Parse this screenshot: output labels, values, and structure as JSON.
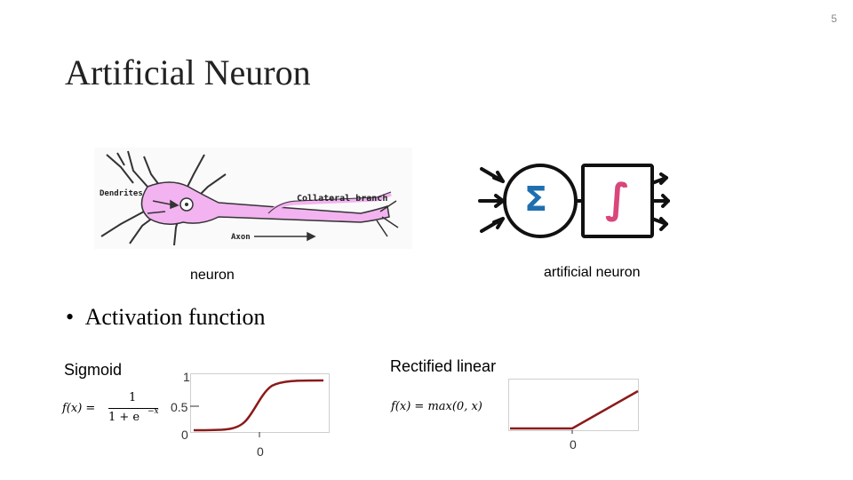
{
  "slide": {
    "page_number": "5",
    "title": "Artificial Neuron"
  },
  "neuron_figure": {
    "labels": {
      "dendrites": "Dendrites",
      "collateral": "Collateral branch",
      "axon": "Axon"
    },
    "caption": "neuron",
    "fill_color": "#f2b3f0"
  },
  "artificial_neuron_figure": {
    "sum_symbol": "Σ",
    "activation_symbol": "∫",
    "caption": "artificial neuron",
    "sum_color": "#1f6fb0",
    "activation_color": "#d9477a"
  },
  "bullet": {
    "marker": "•",
    "text": "Activation function"
  },
  "sigmoid": {
    "name": "Sigmoid",
    "formula_lhs": "f(x) =",
    "formula_num": "1",
    "formula_den": "1 + e",
    "formula_exp": "−x",
    "ticks": {
      "y_top": "1",
      "y_mid": "0.5",
      "y_bottom": "0",
      "x_zero": "0"
    },
    "curve_color": "#8b1a1a"
  },
  "relu": {
    "name": "Rectified linear",
    "formula": "f(x) = max(0, x)",
    "ticks": {
      "x_zero": "0"
    },
    "curve_color": "#8b1a1a"
  }
}
